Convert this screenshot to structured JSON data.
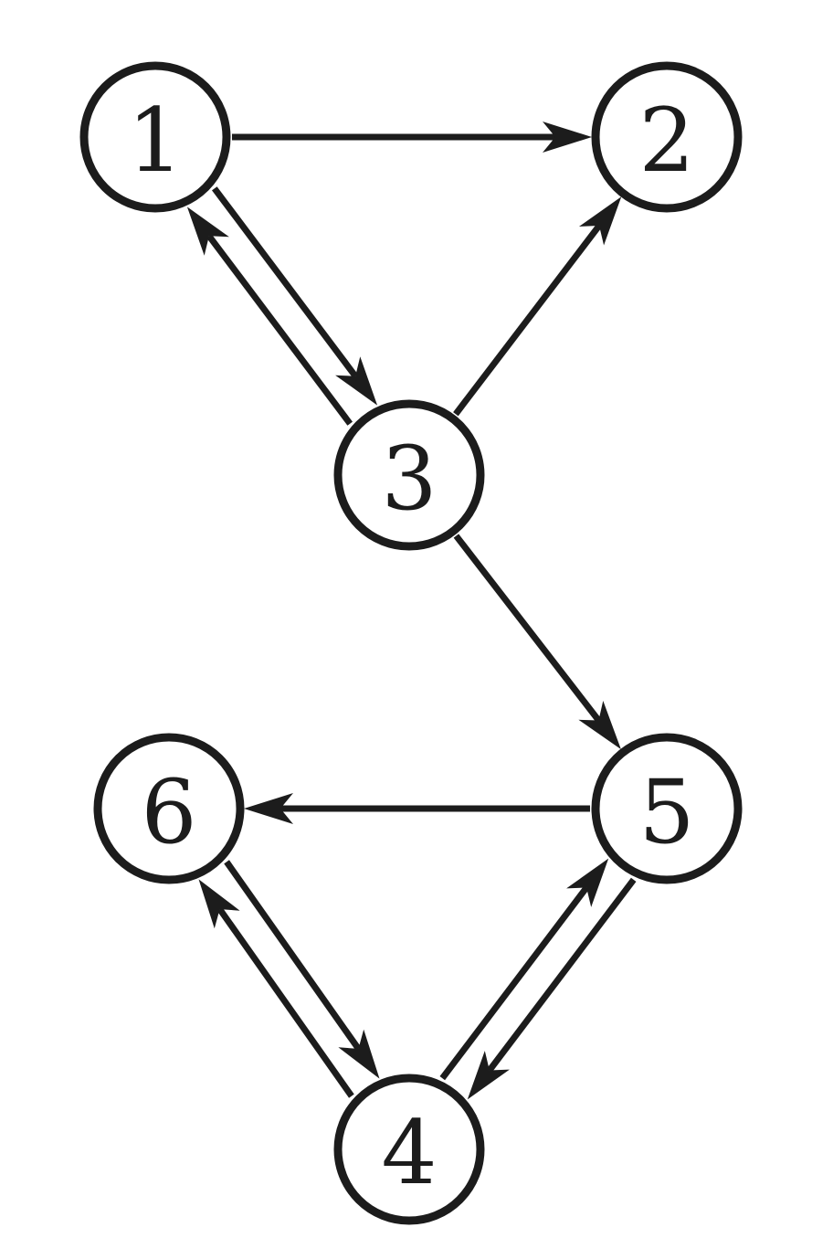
{
  "graph": {
    "type": "directed",
    "nodes": [
      {
        "id": "1",
        "label": "1"
      },
      {
        "id": "2",
        "label": "2"
      },
      {
        "id": "3",
        "label": "3"
      },
      {
        "id": "4",
        "label": "4"
      },
      {
        "id": "5",
        "label": "5"
      },
      {
        "id": "6",
        "label": "6"
      }
    ],
    "edges": [
      {
        "from": "1",
        "to": "2"
      },
      {
        "from": "1",
        "to": "3"
      },
      {
        "from": "3",
        "to": "1"
      },
      {
        "from": "3",
        "to": "2"
      },
      {
        "from": "3",
        "to": "5"
      },
      {
        "from": "5",
        "to": "6"
      },
      {
        "from": "6",
        "to": "4"
      },
      {
        "from": "4",
        "to": "6"
      },
      {
        "from": "4",
        "to": "5"
      },
      {
        "from": "5",
        "to": "4"
      }
    ]
  },
  "colors": {
    "stroke": "#1c1c1c",
    "background": "#ffffff"
  }
}
